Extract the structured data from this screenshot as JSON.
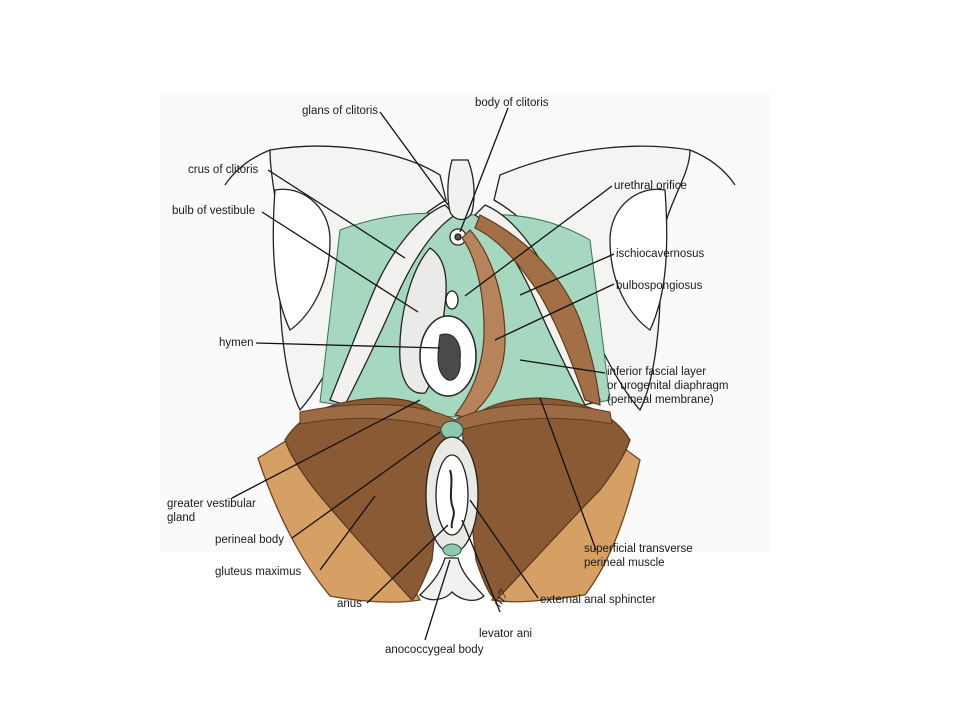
{
  "colors": {
    "background": "#ffffff",
    "figure_bg": "#fafafa",
    "muscle": "#8a5a35",
    "muscle_dark": "#5e3a1f",
    "gluteus": "#d6a064",
    "membrane": "#a6d8c0",
    "bone": "#f4f4f2",
    "outline": "#222222"
  },
  "labels": {
    "glans_of_clitoris": "glans of clitoris",
    "body_of_clitoris": "body of clitoris",
    "crus_of_clitoris": "crus of clitoris",
    "urethral_orifice": "urethral orifice",
    "bulb_of_vestibule": "bulb of vestibule",
    "ischiocavernosus": "ischiocavernosus",
    "bulbospongiosus": "bulbospongiosus",
    "hymen": "hymen",
    "inferior_fascial_1": "inferior fascial layer",
    "inferior_fascial_2": "or urogenital diaphragm",
    "inferior_fascial_3": "(perineal membrane)",
    "greater_vestibular_1": "greater vestibular",
    "greater_vestibular_2": "gland",
    "perineal_body": "perineal body",
    "gluteus_maximus": "gluteus maximus",
    "superficial_transverse_1": "superficial transverse",
    "superficial_transverse_2": "perineal muscle",
    "anus": "anus",
    "external_anal_sphincter": "external anal sphincter",
    "levator_ani": "levator ani",
    "anococcygeal_body": "anococcygeal body"
  },
  "signature": "m7"
}
